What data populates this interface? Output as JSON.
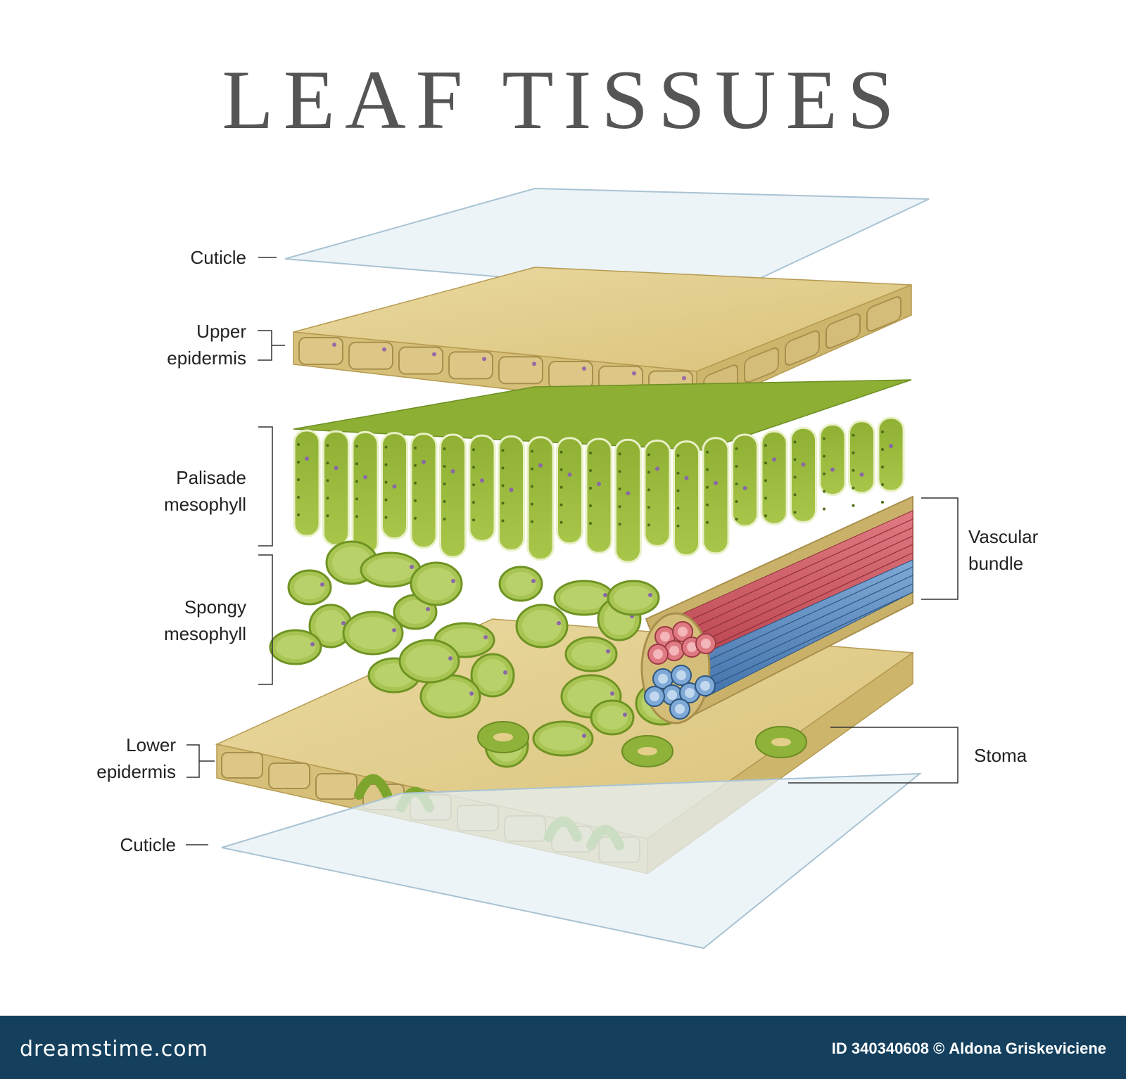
{
  "title": "LEAF TISSUES",
  "labels": {
    "cuticle_top": "Cuticle",
    "upper_epidermis": [
      "Upper",
      "epidermis"
    ],
    "palisade": [
      "Palisade",
      "mesophyll"
    ],
    "spongy": [
      "Spongy",
      "mesophyll"
    ],
    "lower_epidermis": [
      "Lower",
      "epidermis"
    ],
    "cuticle_bottom": "Cuticle",
    "vascular": [
      "Vascular",
      "bundle"
    ],
    "stoma": "Stoma"
  },
  "footer": {
    "brand": "dreamstime.com",
    "image_id": "ID 340340608",
    "copyright": "©",
    "author": "Aldona Griskeviciene"
  },
  "colors": {
    "cuticle": "#dbe9f2",
    "epidermis": "#e3cf8a",
    "palisade": "#9ab93a",
    "spongy": "#8fb23a",
    "xylem": "#c84d5a",
    "phloem": "#4a7fb8",
    "footer": "#14405e"
  }
}
